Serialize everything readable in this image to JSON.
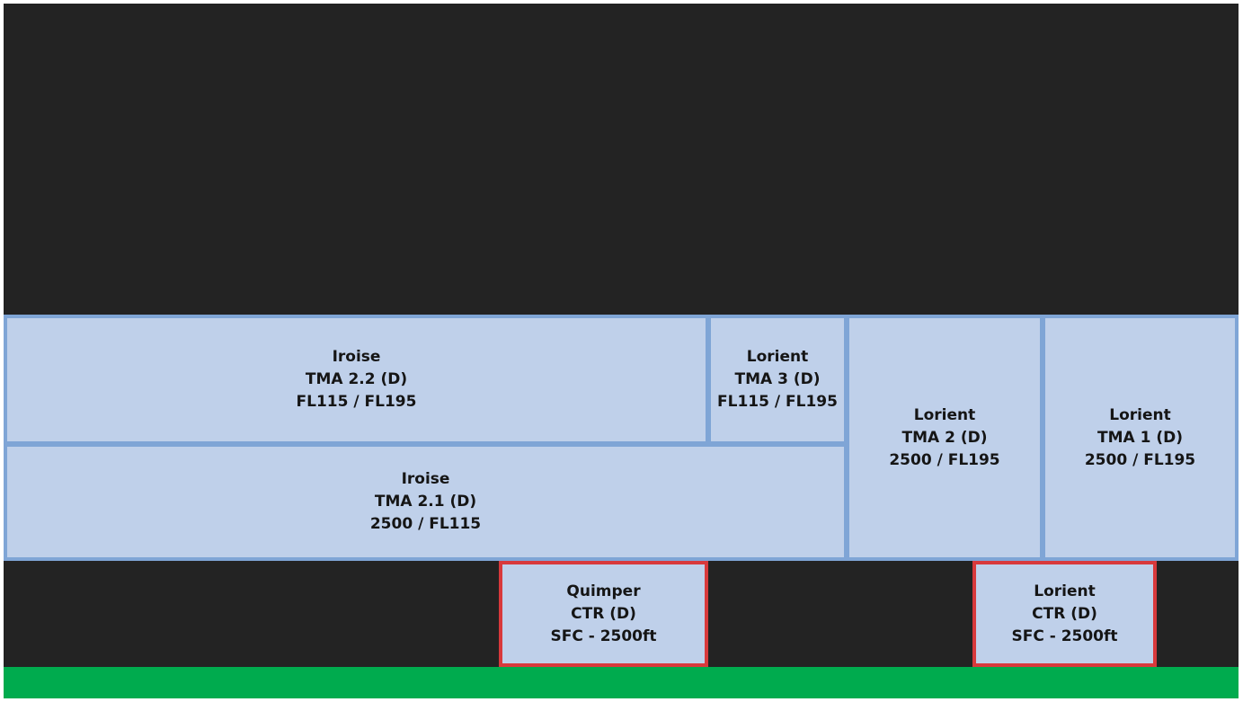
{
  "colors": {
    "background": "#232323",
    "tma_fill": "#bfd0ea",
    "tma_border": "#7fa5d6",
    "ctr_border": "#d8393c",
    "ground": "#00ab4e"
  },
  "zones": {
    "iroise_tma22": {
      "name": "Iroise",
      "class": "TMA 2.2 (D)",
      "limits": "FL115 / FL195"
    },
    "lorient_tma3": {
      "name": "Lorient",
      "class": "TMA 3 (D)",
      "limits": "FL115 / FL195"
    },
    "lorient_tma2": {
      "name": "Lorient",
      "class": "TMA 2 (D)",
      "limits": "2500 / FL195"
    },
    "lorient_tma1": {
      "name": "Lorient",
      "class": "TMA 1 (D)",
      "limits": "2500 / FL195"
    },
    "iroise_tma21": {
      "name": "Iroise",
      "class": "TMA 2.1 (D)",
      "limits": "2500 / FL115"
    },
    "quimper_ctr": {
      "name": "Quimper",
      "class": "CTR (D)",
      "limits": "SFC - 2500ft"
    },
    "lorient_ctr": {
      "name": "Lorient",
      "class": "CTR (D)",
      "limits": "SFC - 2500ft"
    }
  }
}
